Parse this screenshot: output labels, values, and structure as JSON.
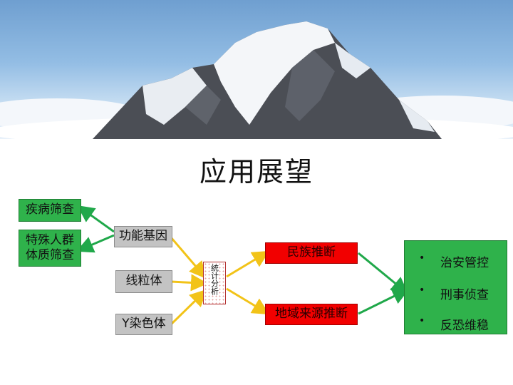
{
  "title": "应用展望",
  "left_boxes": {
    "disease_screening": "疾病筛查",
    "special_population": "特殊人群体质筛查"
  },
  "markers": {
    "functional_gene": "功能基因",
    "mitochondria": "线粒体",
    "y_chromosome": "Y染色体"
  },
  "stat_analysis": "统计分析",
  "inference": {
    "ethnicity": "民族推断",
    "region": "地域来源推断"
  },
  "applications": [
    {
      "bullet": "•",
      "label": "治安管控"
    },
    {
      "bullet": "•",
      "label": "刑事侦查"
    },
    {
      "bullet": "•",
      "label": "反恐维稳"
    }
  ],
  "colors": {
    "green": "#2fb24b",
    "gray": "#c3c3c3",
    "red": "#f20000",
    "yellow_arrow": "#f2c318",
    "green_arrow": "#20a84a"
  }
}
